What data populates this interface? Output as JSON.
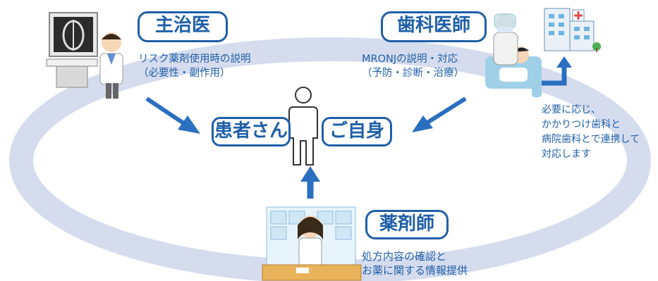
{
  "colors": {
    "accent": "#1f5fa8",
    "ring": "#d5dcee",
    "arrow": "#2a6fc0"
  },
  "icons": [
    "doctor-xray-illustration",
    "dentist-patient-illustration",
    "hospital-building-icon",
    "pharmacist-illustration",
    "patient-silhouette-icon"
  ],
  "doctor": {
    "title": "主治医",
    "lines": [
      "リスク薬剤使用時の説明",
      "（必要性・副作用）"
    ]
  },
  "dentist": {
    "title": "歯科医師",
    "lines": [
      "MRONJの説明・対応",
      "（予防・診断・治療）"
    ]
  },
  "pharmacist": {
    "title": "薬剤師",
    "lines": [
      "処方内容の確認と",
      "お薬に関する情報提供"
    ]
  },
  "patient": {
    "left": "患者さん",
    "right": "ご自身"
  },
  "cooperation": {
    "lines": [
      "必要に応じ、",
      "かかりつけ歯科と",
      "病院歯科とで連携して",
      "対応します"
    ]
  }
}
